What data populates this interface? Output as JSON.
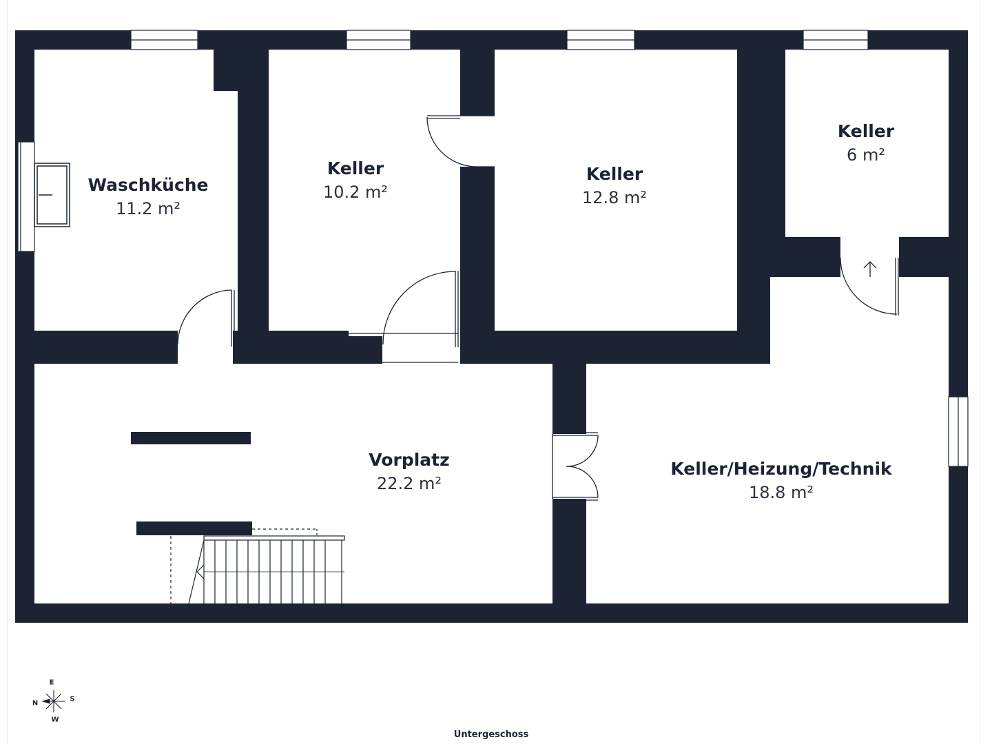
{
  "colors": {
    "wall": "#1c2434",
    "background": "#ffffff",
    "fixture": "#1c2434"
  },
  "rooms": [
    {
      "name": "Waschküche",
      "area": "11.2 m²"
    },
    {
      "name": "Keller",
      "area": "10.2 m²"
    },
    {
      "name": "Keller",
      "area": "12.8 m²"
    },
    {
      "name": "Keller",
      "area": "6 m²"
    },
    {
      "name": "Vorplatz",
      "area": "22.2 m²"
    },
    {
      "name": "Keller/Heizung/Technik",
      "area": "18.8 m²"
    }
  ],
  "compass": {
    "north": "N",
    "east": "E",
    "south": "S",
    "west": "W"
  },
  "floor_name": "Untergeschoss"
}
